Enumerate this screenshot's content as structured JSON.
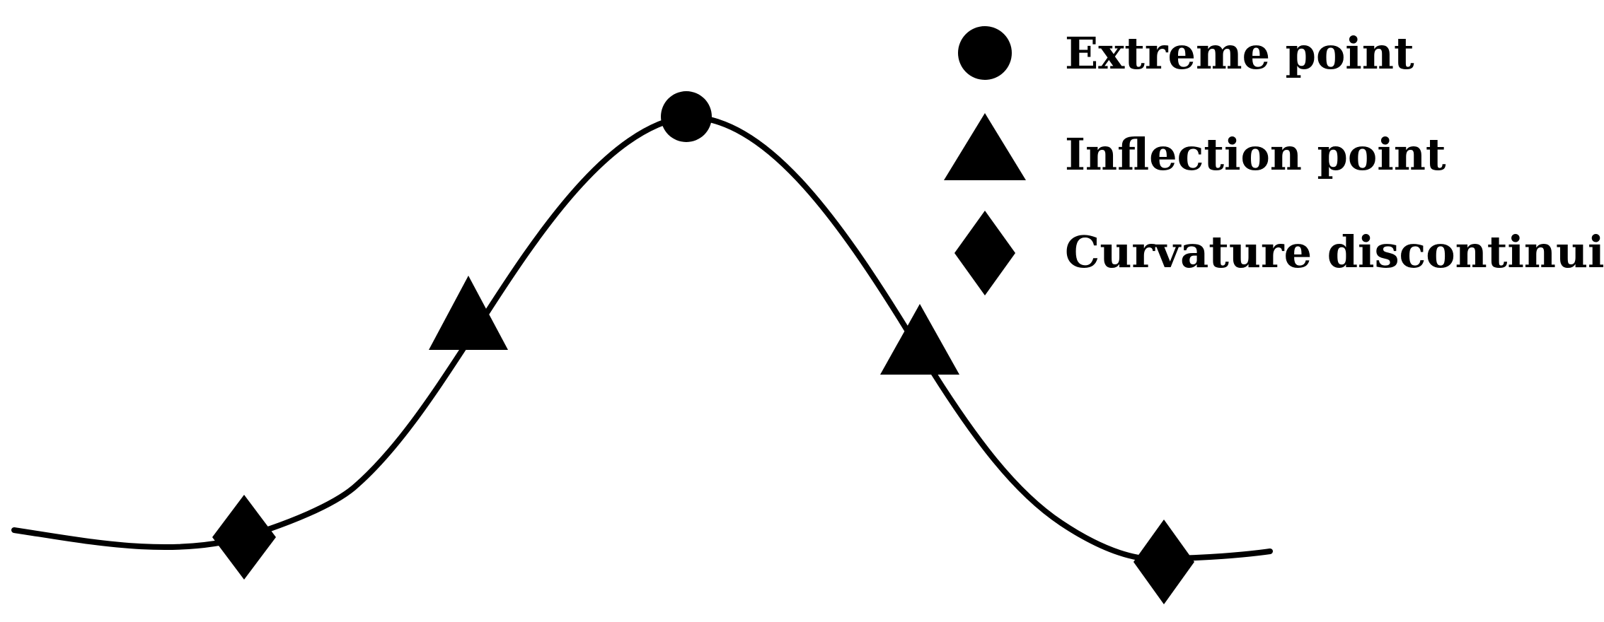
{
  "colors": {
    "ink": "#000000",
    "background": "#ffffff"
  },
  "legend": [
    {
      "marker": "circle",
      "label": "Extreme point"
    },
    {
      "marker": "triangle",
      "label": "Inflection point"
    },
    {
      "marker": "diamond",
      "label": "Curvature discontinuity"
    }
  ],
  "curve": {
    "feature_points": [
      {
        "kind": "diamond",
        "order": 1
      },
      {
        "kind": "triangle",
        "order": 2
      },
      {
        "kind": "circle",
        "order": 3
      },
      {
        "kind": "triangle",
        "order": 4
      },
      {
        "kind": "diamond",
        "order": 5
      }
    ]
  }
}
